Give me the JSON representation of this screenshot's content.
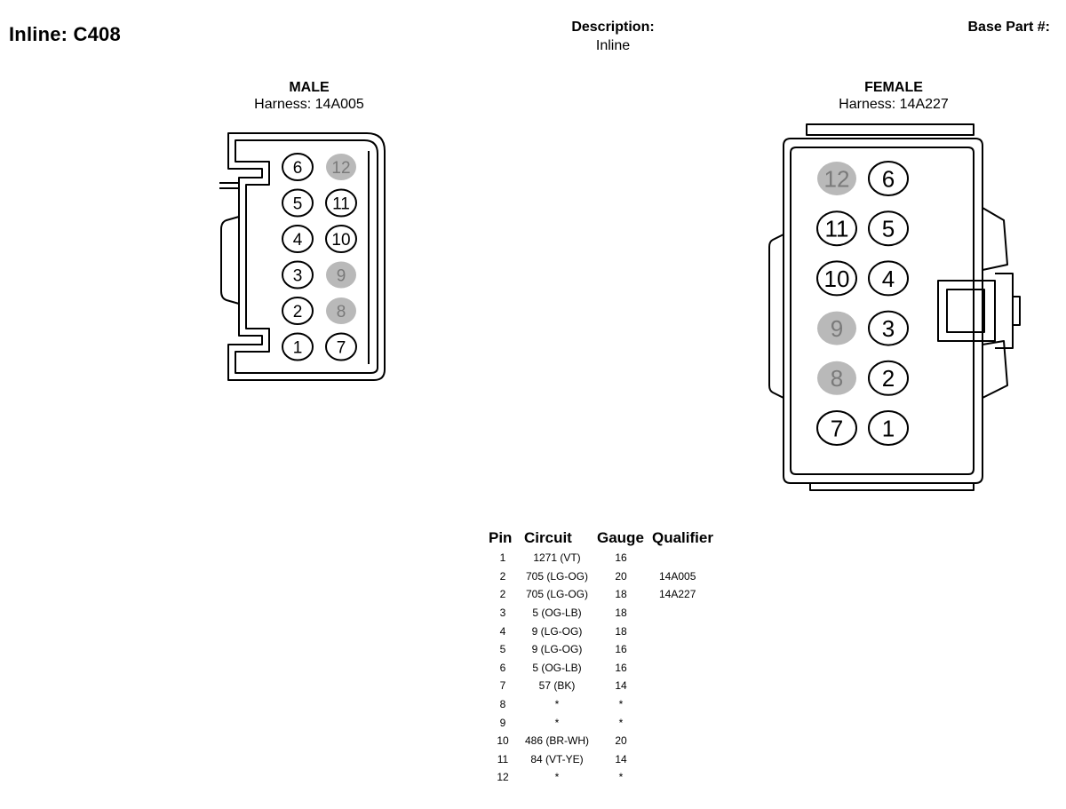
{
  "header": {
    "title": "Inline: C408",
    "description_label": "Description:",
    "description_value": "Inline",
    "base_part_label": "Base Part #:"
  },
  "colors": {
    "line": "#000000",
    "empty_pin": "#b9b9b9",
    "empty_pin_text": "#7a7a7a",
    "background": "#ffffff"
  },
  "male": {
    "kind": "MALE",
    "harness": "Harness: 14A005",
    "pins": [
      {
        "label": "6",
        "empty": false
      },
      {
        "label": "12",
        "empty": true
      },
      {
        "label": "5",
        "empty": false
      },
      {
        "label": "11",
        "empty": false
      },
      {
        "label": "4",
        "empty": false
      },
      {
        "label": "10",
        "empty": false
      },
      {
        "label": "3",
        "empty": false
      },
      {
        "label": "9",
        "empty": true
      },
      {
        "label": "2",
        "empty": false
      },
      {
        "label": "8",
        "empty": true
      },
      {
        "label": "1",
        "empty": false
      },
      {
        "label": "7",
        "empty": false
      }
    ]
  },
  "female": {
    "kind": "FEMALE",
    "harness": "Harness: 14A227",
    "pins": [
      {
        "label": "12",
        "empty": true
      },
      {
        "label": "6",
        "empty": false
      },
      {
        "label": "11",
        "empty": false
      },
      {
        "label": "5",
        "empty": false
      },
      {
        "label": "10",
        "empty": false
      },
      {
        "label": "4",
        "empty": false
      },
      {
        "label": "9",
        "empty": true
      },
      {
        "label": "3",
        "empty": false
      },
      {
        "label": "8",
        "empty": true
      },
      {
        "label": "2",
        "empty": false
      },
      {
        "label": "7",
        "empty": false
      },
      {
        "label": "1",
        "empty": false
      }
    ]
  },
  "table": {
    "headers": [
      "Pin",
      "Circuit",
      "Gauge",
      "Qualifier"
    ],
    "rows": [
      {
        "pin": "1",
        "circuit": "1271 (VT)",
        "gauge": "16",
        "qualifier": ""
      },
      {
        "pin": "2",
        "circuit": "705 (LG-OG)",
        "gauge": "20",
        "qualifier": "14A005"
      },
      {
        "pin": "2",
        "circuit": "705 (LG-OG)",
        "gauge": "18",
        "qualifier": "14A227"
      },
      {
        "pin": "3",
        "circuit": "5 (OG-LB)",
        "gauge": "18",
        "qualifier": ""
      },
      {
        "pin": "4",
        "circuit": "9 (LG-OG)",
        "gauge": "18",
        "qualifier": ""
      },
      {
        "pin": "5",
        "circuit": "9 (LG-OG)",
        "gauge": "16",
        "qualifier": ""
      },
      {
        "pin": "6",
        "circuit": "5 (OG-LB)",
        "gauge": "16",
        "qualifier": ""
      },
      {
        "pin": "7",
        "circuit": "57 (BK)",
        "gauge": "14",
        "qualifier": ""
      },
      {
        "pin": "8",
        "circuit": "*",
        "gauge": "*",
        "qualifier": ""
      },
      {
        "pin": "9",
        "circuit": "*",
        "gauge": "*",
        "qualifier": ""
      },
      {
        "pin": "10",
        "circuit": "486 (BR-WH)",
        "gauge": "20",
        "qualifier": ""
      },
      {
        "pin": "11",
        "circuit": "84 (VT-YE)",
        "gauge": "14",
        "qualifier": ""
      },
      {
        "pin": "12",
        "circuit": "*",
        "gauge": "*",
        "qualifier": ""
      }
    ]
  }
}
